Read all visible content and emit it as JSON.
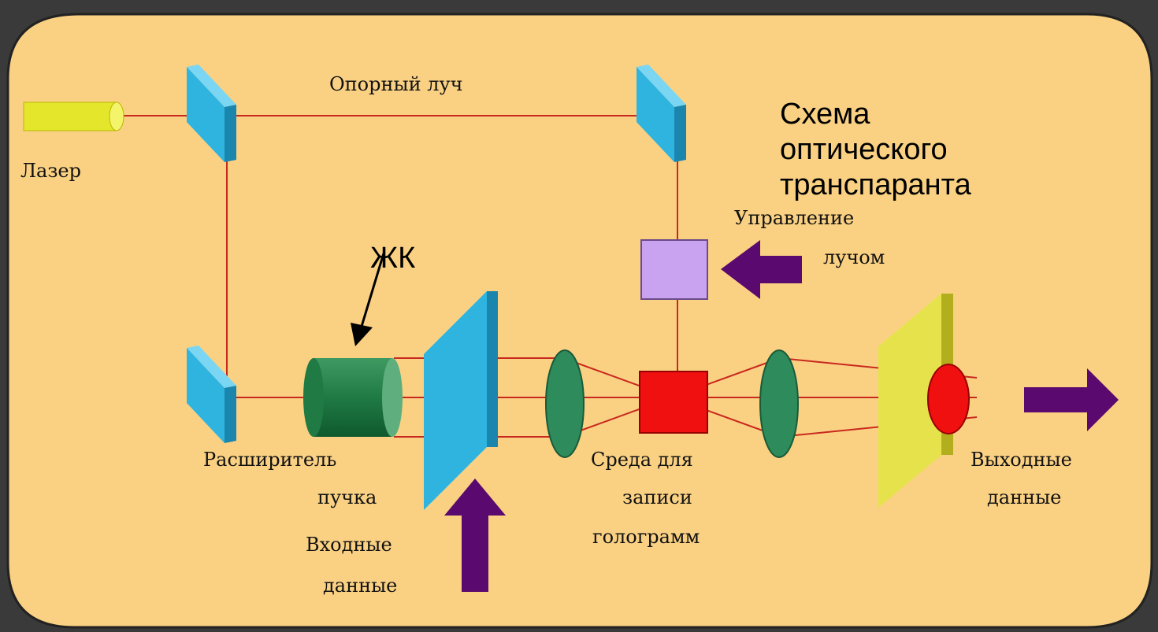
{
  "labels": {
    "laser": "Лазер",
    "reference_beam": "Опорный луч",
    "title_line1": "Схема",
    "title_line2": "оптического",
    "title_line3": "транспаранта",
    "beam_control_line1": "Управление",
    "beam_control_line2": "лучом",
    "lc": "ЖК",
    "expander_line1": "Расширитель",
    "expander_line2": "пучка",
    "medium_line1": "Среда для",
    "medium_line2": "записи",
    "medium_line3": "голограмм",
    "input_line1": "Входные",
    "input_line2": "данные",
    "output_line1": "Выходные",
    "output_line2": "данные"
  },
  "colors": {
    "background_panel": "#FAD183",
    "page_background": "#3A3A3A",
    "beam": "#C8281E",
    "mirror": "#2FB4E0",
    "laser": "#E4E62C",
    "expander": "#1F7A44",
    "lens": "#2E8B5B",
    "beam_control": "#C9A2F0",
    "hologram_medium": "#F01010",
    "arrows": "#5A0A6E",
    "output_screen": "#E6E24C"
  }
}
